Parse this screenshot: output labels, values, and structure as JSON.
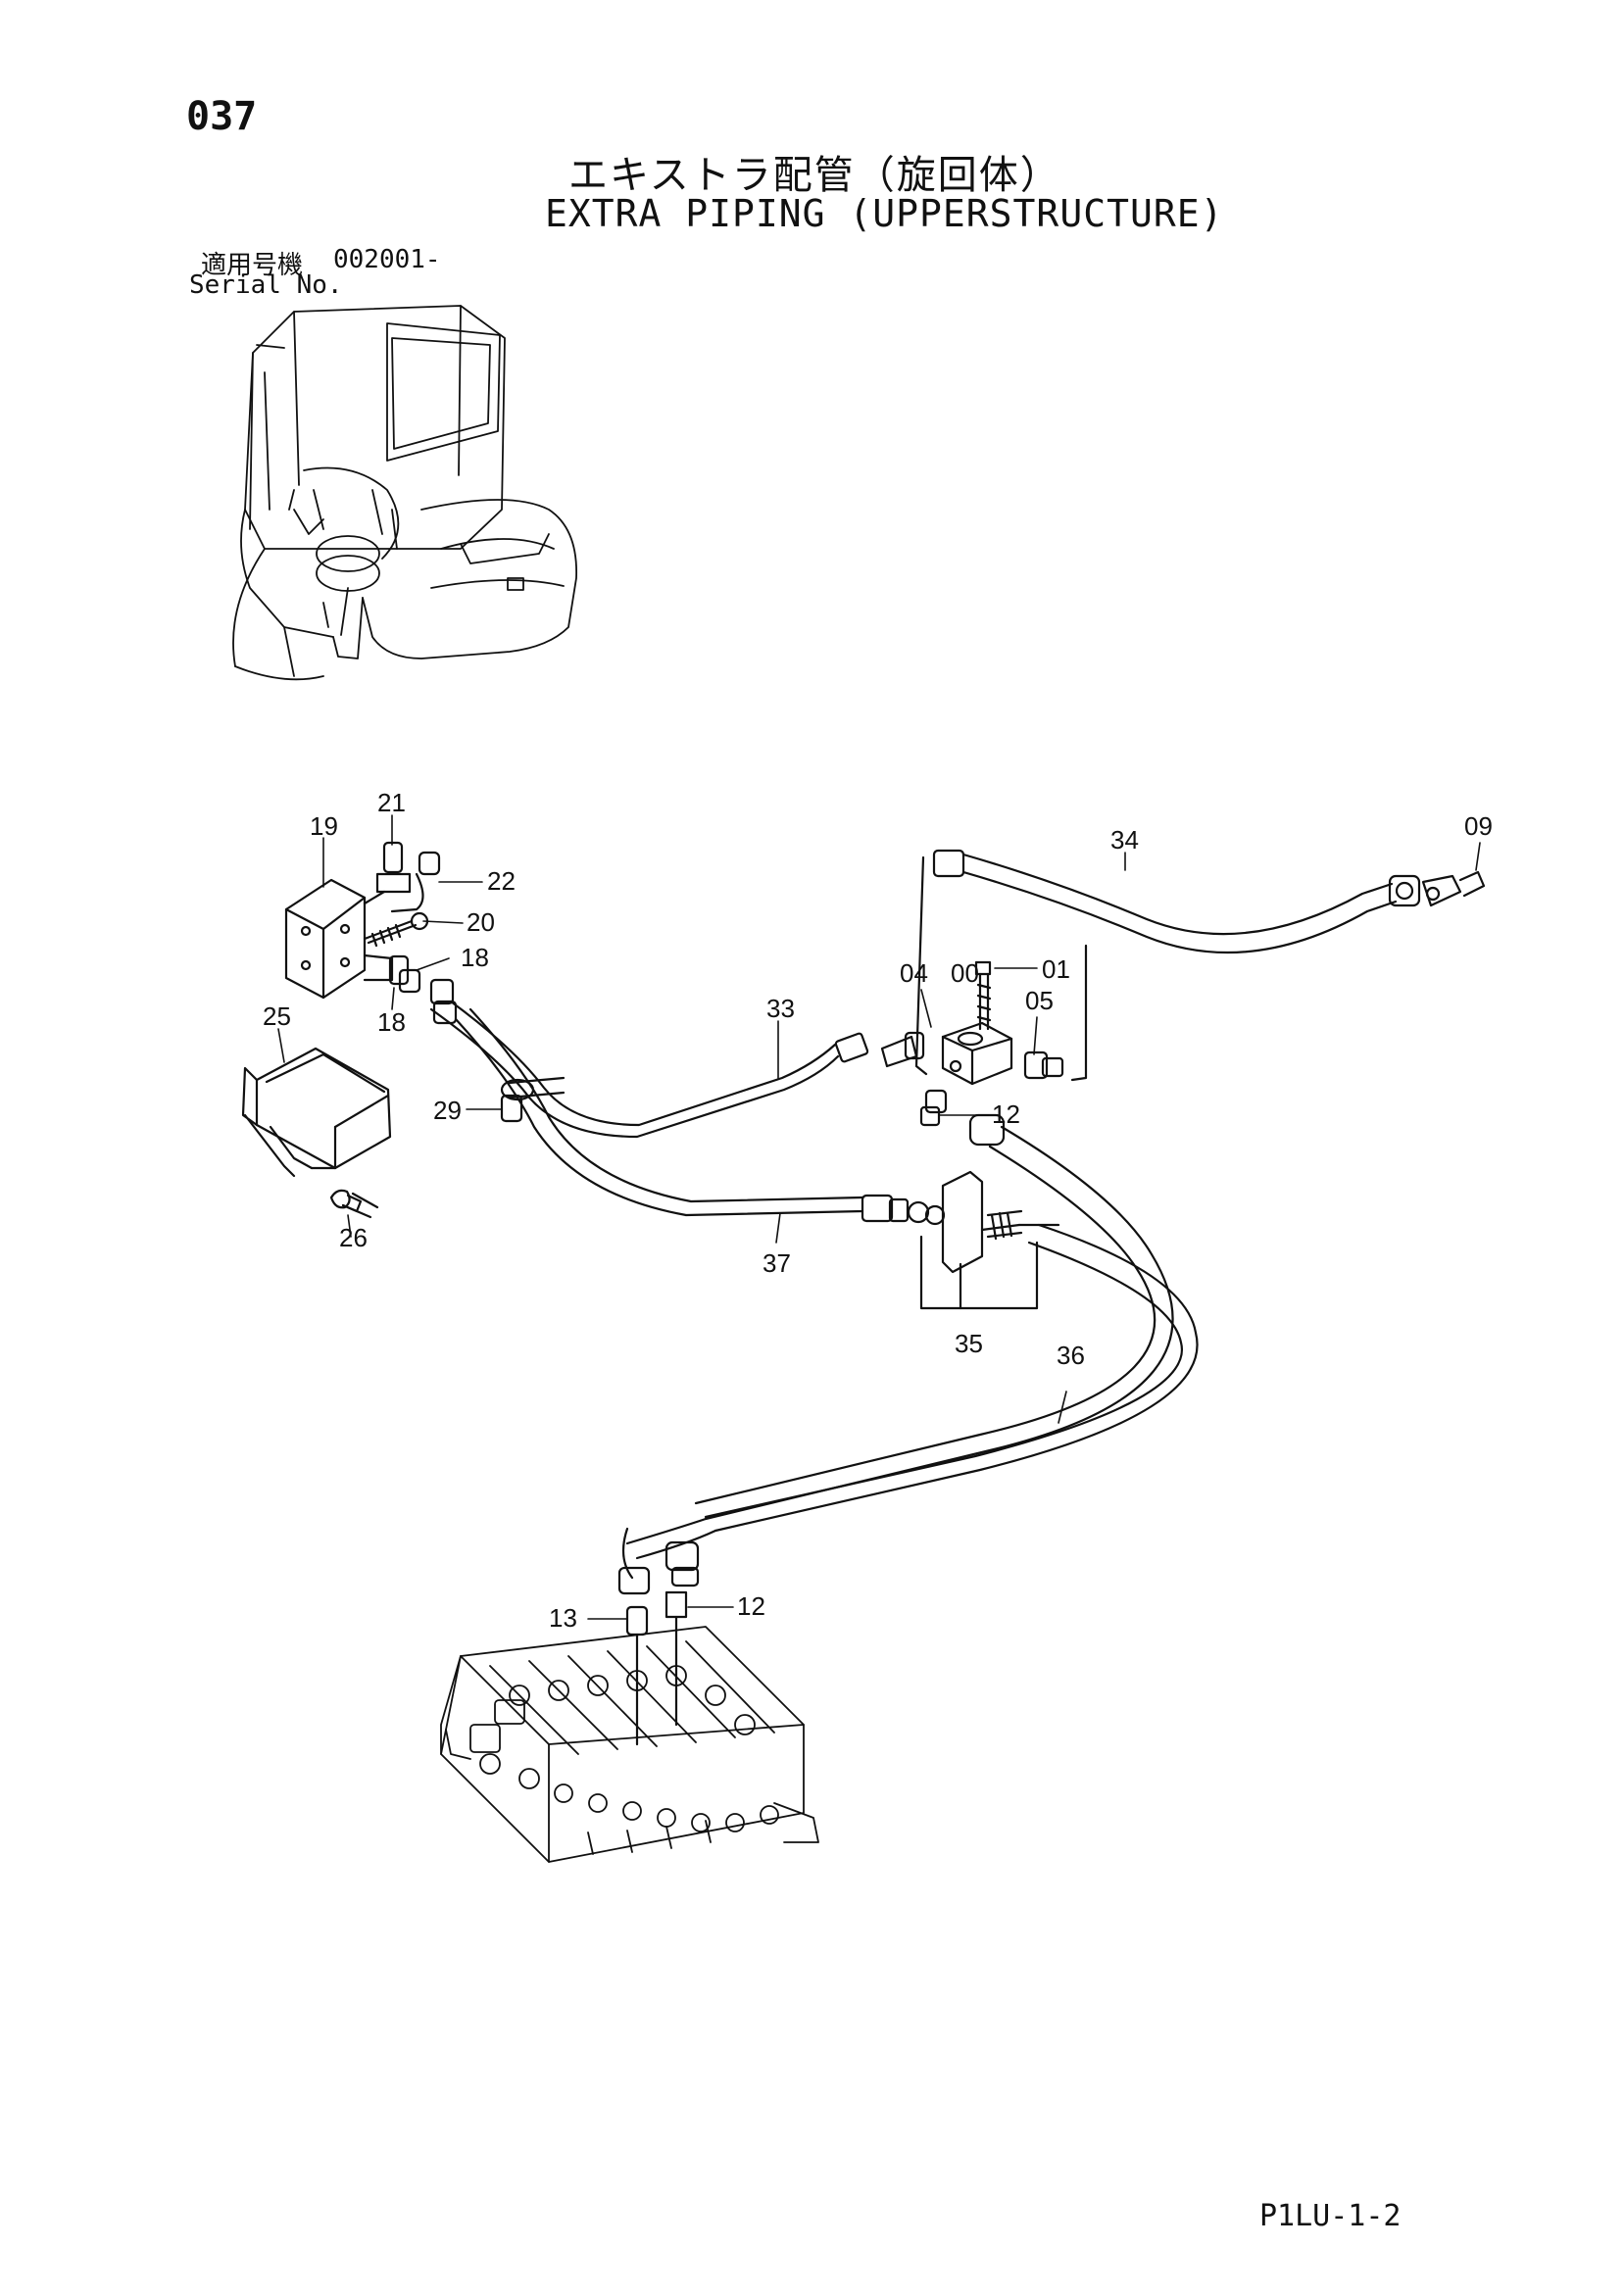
{
  "header": {
    "page_number": "037",
    "title_jp": "エキストラ配管（旋回体）",
    "title_en": "EXTRA PIPING (UPPERSTRUCTURE)",
    "serial_label_jp": "適用号機",
    "serial_value": "002001-",
    "serial_label_en": "Serial No."
  },
  "footer": {
    "doc_code": "P1LU-1-2"
  },
  "callouts": {
    "c00": "00",
    "c01": "01",
    "c04": "04",
    "c05": "05",
    "c09": "09",
    "c12a": "12",
    "c12b": "12",
    "c13": "13",
    "c18a": "18",
    "c18b": "18",
    "c19": "19",
    "c20": "20",
    "c21": "21",
    "c22": "22",
    "c25": "25",
    "c26": "26",
    "c29": "29",
    "c33": "33",
    "c34": "34",
    "c35": "35",
    "c36": "36",
    "c37": "37"
  }
}
